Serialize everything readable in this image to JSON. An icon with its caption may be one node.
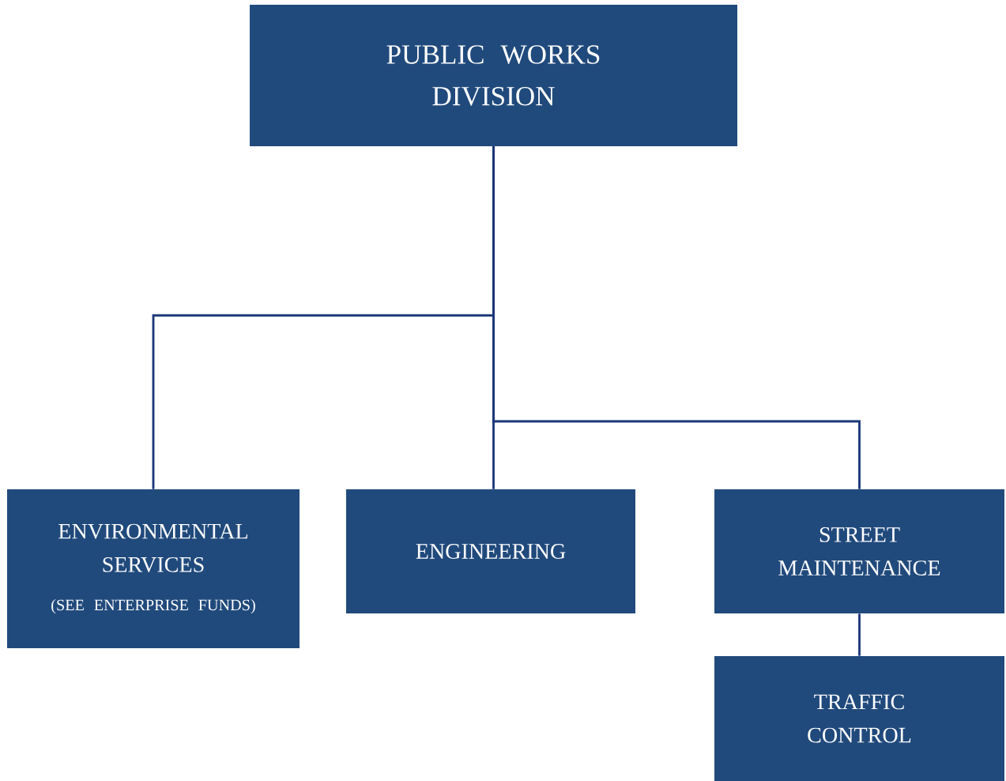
{
  "diagram": {
    "nodes": [
      {
        "text": [
          "PUBLIC WORKS DIVISION"
        ]
      },
      {
        "text": [
          "ENVIRONMENTAL SERVICES",
          "(SEE ENTERPRISE FUNDS)"
        ]
      },
      {
        "text": [
          "ENGINEERING"
        ]
      },
      {
        "text": [
          "STREET MAINTENANCE"
        ]
      },
      {
        "text": [
          "TRAFFIC CONTROL"
        ]
      }
    ],
    "edges": [
      {
        "from": 0,
        "to": 1,
        "arrow": "none"
      },
      {
        "from": 0,
        "to": 2,
        "arrow": "none"
      },
      {
        "from": 0,
        "to": 3,
        "arrow": "none"
      },
      {
        "from": 3,
        "to": 4,
        "arrow": "none"
      }
    ]
  }
}
